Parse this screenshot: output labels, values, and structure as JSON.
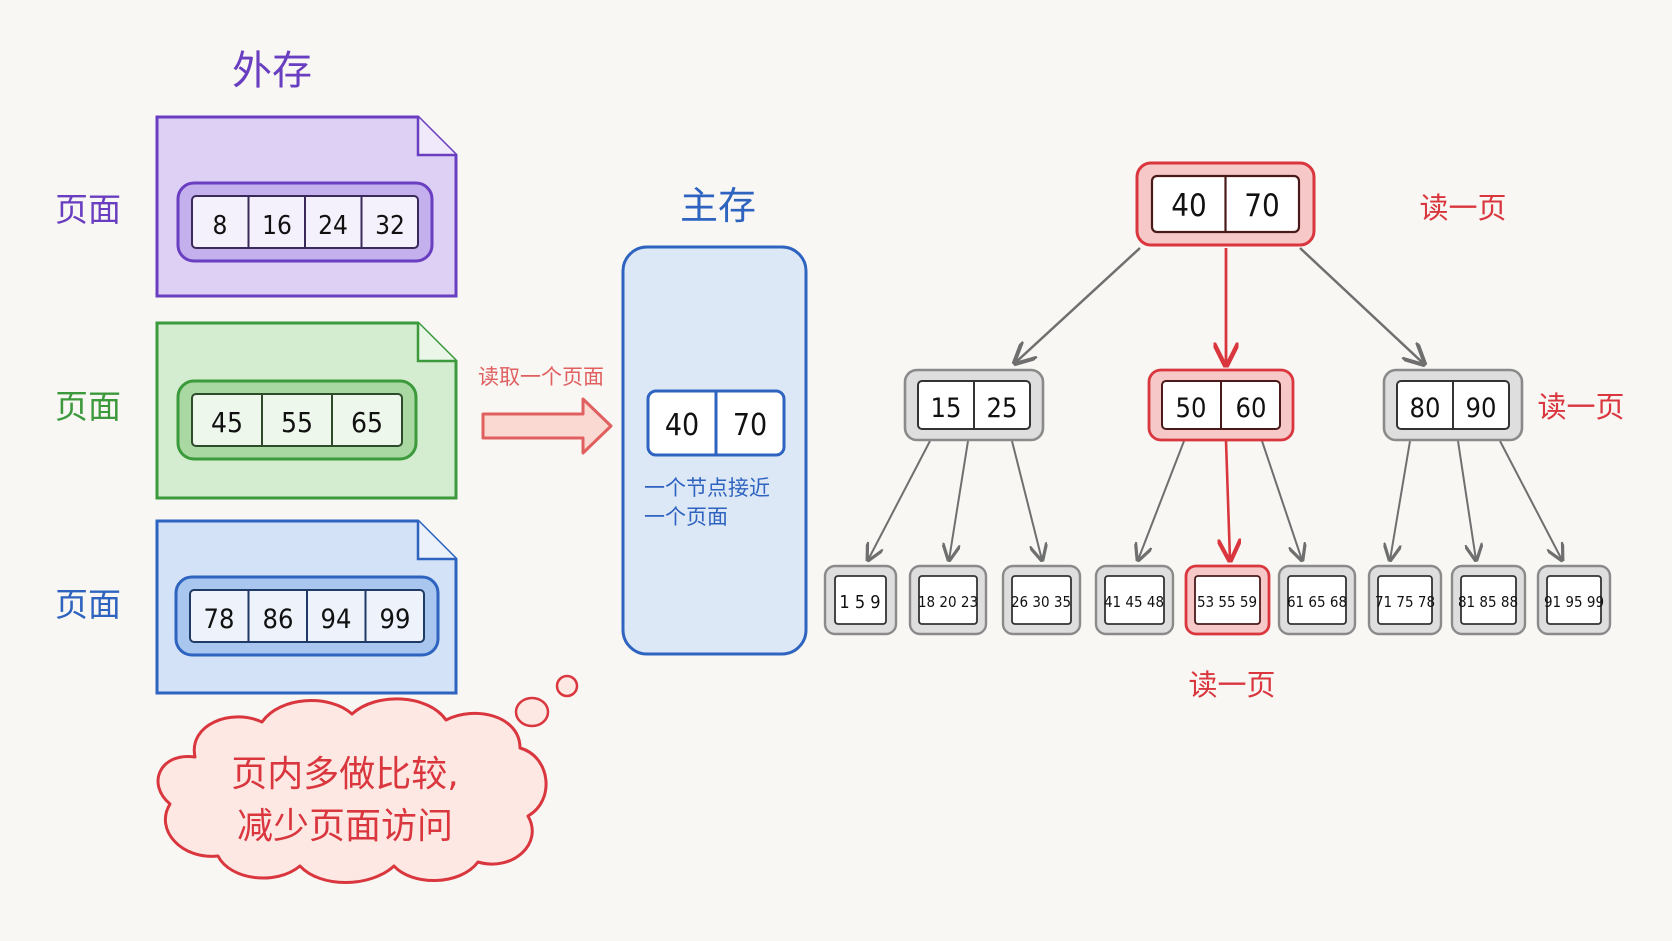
{
  "external_storage": {
    "title": "外存",
    "pages": [
      {
        "label": "页面",
        "color": "#6a3ec0",
        "fill": "#ddd0f4",
        "slot_fill": "#efe9fb",
        "values": [
          "8",
          "16",
          "24",
          "32"
        ]
      },
      {
        "label": "页面",
        "color": "#3c9a3c",
        "fill": "#d4ecd0",
        "slot_fill": "#eaf6e7",
        "values": [
          "45",
          "55",
          "65"
        ]
      },
      {
        "label": "页面",
        "color": "#2e63c0",
        "fill": "#d3e2f6",
        "slot_fill": "#eaf1fb",
        "values": [
          "78",
          "86",
          "94",
          "99"
        ]
      }
    ]
  },
  "transfer": {
    "label": "读取一个页面",
    "color": "#e06060"
  },
  "main_memory": {
    "title": "主存",
    "color": "#2e63c0",
    "node_values": [
      "40",
      "70"
    ],
    "note_line1": "一个节点接近",
    "note_line2": "一个页面"
  },
  "btree": {
    "highlight_color": "#d9363e",
    "normal_color": "#8a8a8a",
    "root": {
      "values": [
        "40",
        "70"
      ],
      "annotation": "读一页",
      "highlighted": true
    },
    "level1": [
      {
        "values": [
          "15",
          "25"
        ],
        "highlighted": false
      },
      {
        "values": [
          "50",
          "60"
        ],
        "highlighted": true
      },
      {
        "values": [
          "80",
          "90"
        ],
        "highlighted": false
      }
    ],
    "level1_annotation": "读一页",
    "leaves": [
      {
        "text": "1 5 9",
        "highlighted": false
      },
      {
        "text": "18 20 23",
        "highlighted": false
      },
      {
        "text": "26 30 35",
        "highlighted": false
      },
      {
        "text": "41 45 48",
        "highlighted": false
      },
      {
        "text": "53 55 59",
        "highlighted": true
      },
      {
        "text": "61 65 68",
        "highlighted": false
      },
      {
        "text": "71 75 78",
        "highlighted": false
      },
      {
        "text": "81 85 88",
        "highlighted": false
      },
      {
        "text": "91 95 99",
        "highlighted": false
      }
    ],
    "leaf_annotation": "读一页"
  },
  "thought_bubble": {
    "line1": "页内多做比较,",
    "line2": "减少页面访问",
    "color": "#d9363e",
    "fill": "#fde8e4"
  }
}
